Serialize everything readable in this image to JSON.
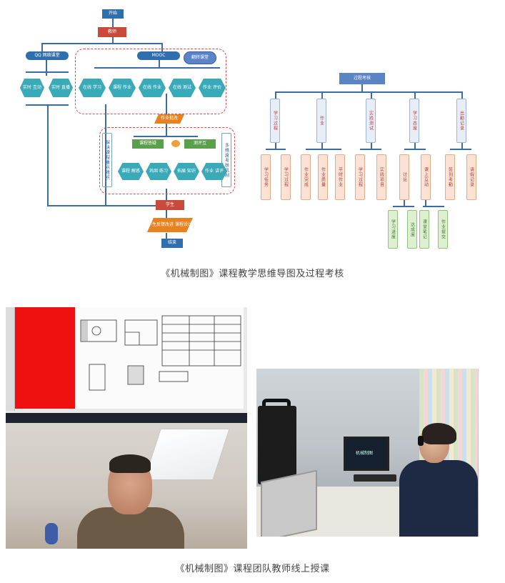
{
  "left_diagram": {
    "start": "开始",
    "prep": "教师",
    "left_group": "QQ 网络课堂",
    "top_group": "MOOC",
    "cloud_badge": "翻转课堂",
    "left_hex_1": "实时 互动",
    "left_hex_2": "实时 直播",
    "hex_row": [
      "在线 学习",
      "课程 作业",
      "在线 作业",
      "在线 测试",
      "作业 评价"
    ],
    "middle": "作业批改",
    "left_note": "解决课程重点难点",
    "right_note": "多维度考核机制",
    "mid_left_box": "课程答疑",
    "mid_right_box": "测评互",
    "mid_hex_row": [
      "课程 解惑",
      "巩固 练习",
      "拓展 知识",
      "作业 讲评"
    ],
    "student": "学生",
    "output": "学生反馈改进 课程设计",
    "end": "结束"
  },
  "right_diagram": {
    "root": "过程考核",
    "level1": [
      "学习过程",
      "作业",
      "实践测试",
      "学习态度",
      "出勤记录"
    ],
    "level2": [
      [
        "学习任务",
        "学习过程"
      ],
      [
        "作业完成",
        "作业质量",
        "平时作业"
      ],
      [
        "学习过程",
        "实践项目"
      ],
      [
        "讨论",
        "课上互动"
      ],
      [
        "签到考勤",
        "请假记录"
      ]
    ],
    "level3": [
      "学习进度",
      "达成度",
      "课堂笔记",
      "作业提交"
    ]
  },
  "captions": {
    "top": "《机械制图》课程教学思维导图及过程考核",
    "bottom": "《机械制图》课程团队教师线上授课"
  },
  "photo2": {
    "monitor_text": "机械制图"
  },
  "colors": {
    "flow_blue": "#2f6fae",
    "hex_teal": "#3aa9b8",
    "accent_red": "#c94a3a",
    "green": "#5aa04a",
    "orange": "#e8821f"
  }
}
